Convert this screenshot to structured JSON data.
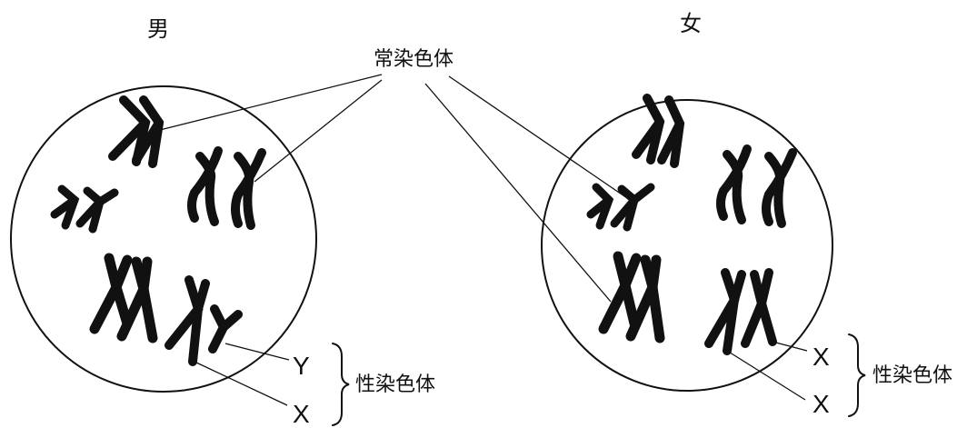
{
  "male": {
    "label": "男",
    "pairs": 5,
    "sex_chromosomes": [
      "Y",
      "X"
    ],
    "sex_label": "性染色体"
  },
  "female": {
    "label": "女",
    "pairs": 5,
    "sex_chromosomes": [
      "X",
      "X"
    ],
    "sex_label": "性染色体"
  },
  "autosome_label": "常染色体",
  "colors": {
    "ink": "#111111",
    "background": "#ffffff"
  }
}
